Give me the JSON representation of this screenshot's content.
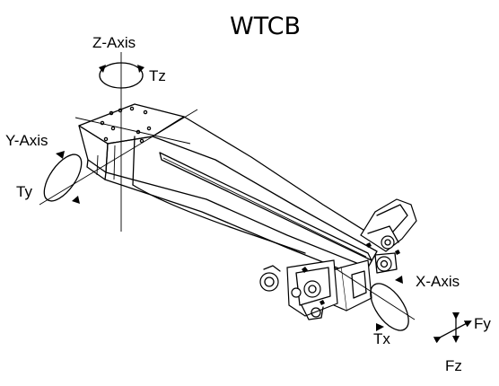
{
  "title": "WTCB",
  "axes": {
    "z_axis": "Z-Axis",
    "tz": "Tz",
    "y_axis": "Y-Axis",
    "ty": "Ty",
    "x_axis": "X-Axis",
    "tx": "Tx",
    "fy": "Fy",
    "fz": "Fz"
  },
  "icons": [
    "rotation-arrow-icon",
    "force-arrows-icon"
  ],
  "colors": {
    "line": "#000000",
    "background": "#ffffff"
  }
}
